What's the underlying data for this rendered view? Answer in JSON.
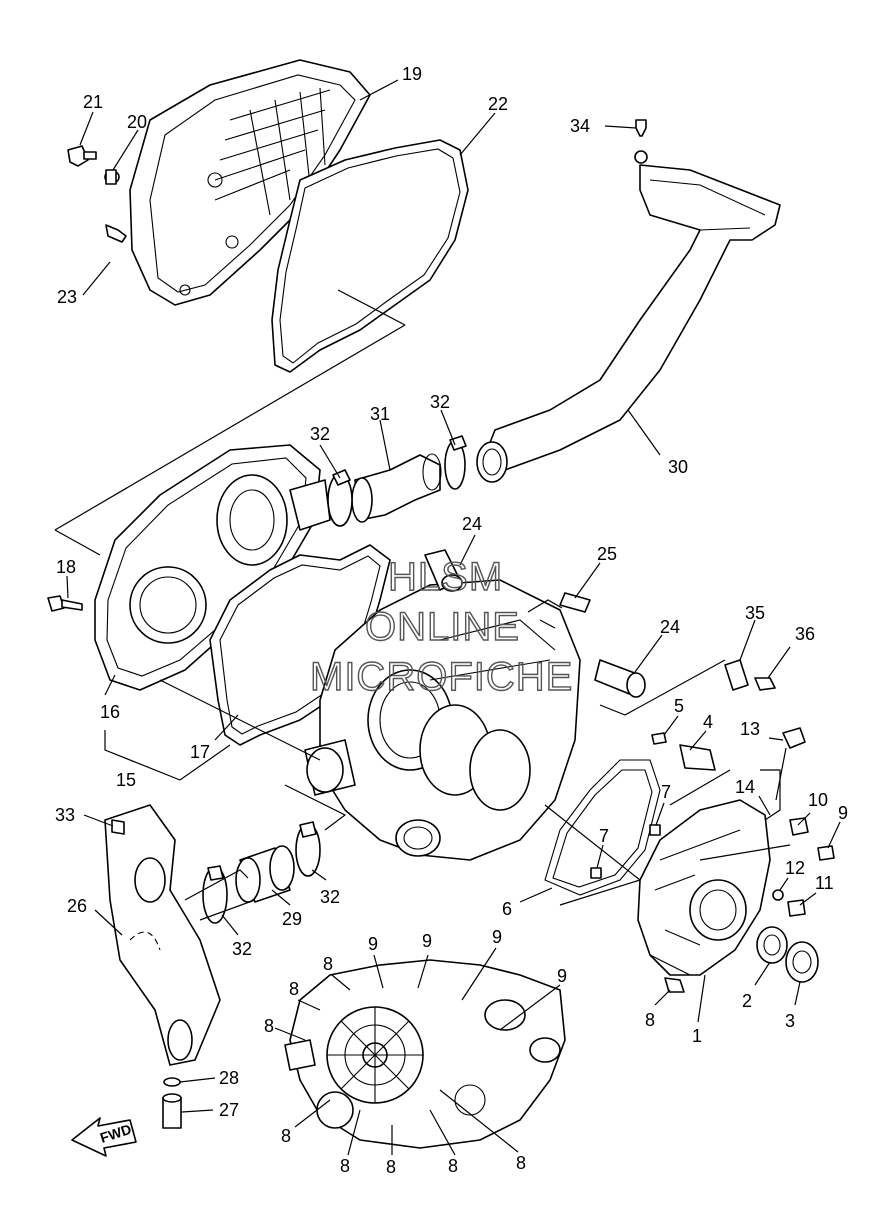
{
  "watermark": {
    "line1": "HLSM",
    "line2": "ONLINE",
    "line3": "MICROFICHE"
  },
  "direction_label": "FWD",
  "callouts": [
    {
      "id": "c21",
      "text": "21"
    },
    {
      "id": "c20",
      "text": "20"
    },
    {
      "id": "c19",
      "text": "19"
    },
    {
      "id": "c22",
      "text": "22"
    },
    {
      "id": "c34",
      "text": "34"
    },
    {
      "id": "c23",
      "text": "23"
    },
    {
      "id": "c32a",
      "text": "32"
    },
    {
      "id": "c31",
      "text": "31"
    },
    {
      "id": "c32b",
      "text": "32"
    },
    {
      "id": "c30",
      "text": "30"
    },
    {
      "id": "c24a",
      "text": "24"
    },
    {
      "id": "c25",
      "text": "25"
    },
    {
      "id": "c18",
      "text": "18"
    },
    {
      "id": "c24b",
      "text": "24"
    },
    {
      "id": "c35",
      "text": "35"
    },
    {
      "id": "c36",
      "text": "36"
    },
    {
      "id": "c16",
      "text": "16"
    },
    {
      "id": "c5",
      "text": "5"
    },
    {
      "id": "c4",
      "text": "4"
    },
    {
      "id": "c13",
      "text": "13"
    },
    {
      "id": "c17",
      "text": "17"
    },
    {
      "id": "c15",
      "text": "15"
    },
    {
      "id": "c14",
      "text": "14"
    },
    {
      "id": "c10",
      "text": "10"
    },
    {
      "id": "c9a",
      "text": "9"
    },
    {
      "id": "c33",
      "text": "33"
    },
    {
      "id": "c7a",
      "text": "7"
    },
    {
      "id": "c7b",
      "text": "7"
    },
    {
      "id": "c12",
      "text": "12"
    },
    {
      "id": "c11",
      "text": "11"
    },
    {
      "id": "c26",
      "text": "26"
    },
    {
      "id": "c32c",
      "text": "32"
    },
    {
      "id": "c29",
      "text": "29"
    },
    {
      "id": "c32d",
      "text": "32"
    },
    {
      "id": "c6",
      "text": "6"
    },
    {
      "id": "c9b",
      "text": "9"
    },
    {
      "id": "c9c",
      "text": "9"
    },
    {
      "id": "c9d",
      "text": "9"
    },
    {
      "id": "c9e",
      "text": "9"
    },
    {
      "id": "c8a",
      "text": "8"
    },
    {
      "id": "c8b",
      "text": "8"
    },
    {
      "id": "c8c",
      "text": "8"
    },
    {
      "id": "c2",
      "text": "2"
    },
    {
      "id": "c3",
      "text": "3"
    },
    {
      "id": "c1",
      "text": "1"
    },
    {
      "id": "c8d",
      "text": "8"
    },
    {
      "id": "c28",
      "text": "28"
    },
    {
      "id": "c27",
      "text": "27"
    },
    {
      "id": "c8e",
      "text": "8"
    },
    {
      "id": "c8f",
      "text": "8"
    },
    {
      "id": "c8g",
      "text": "8"
    },
    {
      "id": "c8h",
      "text": "8"
    },
    {
      "id": "c8i",
      "text": "8"
    }
  ]
}
